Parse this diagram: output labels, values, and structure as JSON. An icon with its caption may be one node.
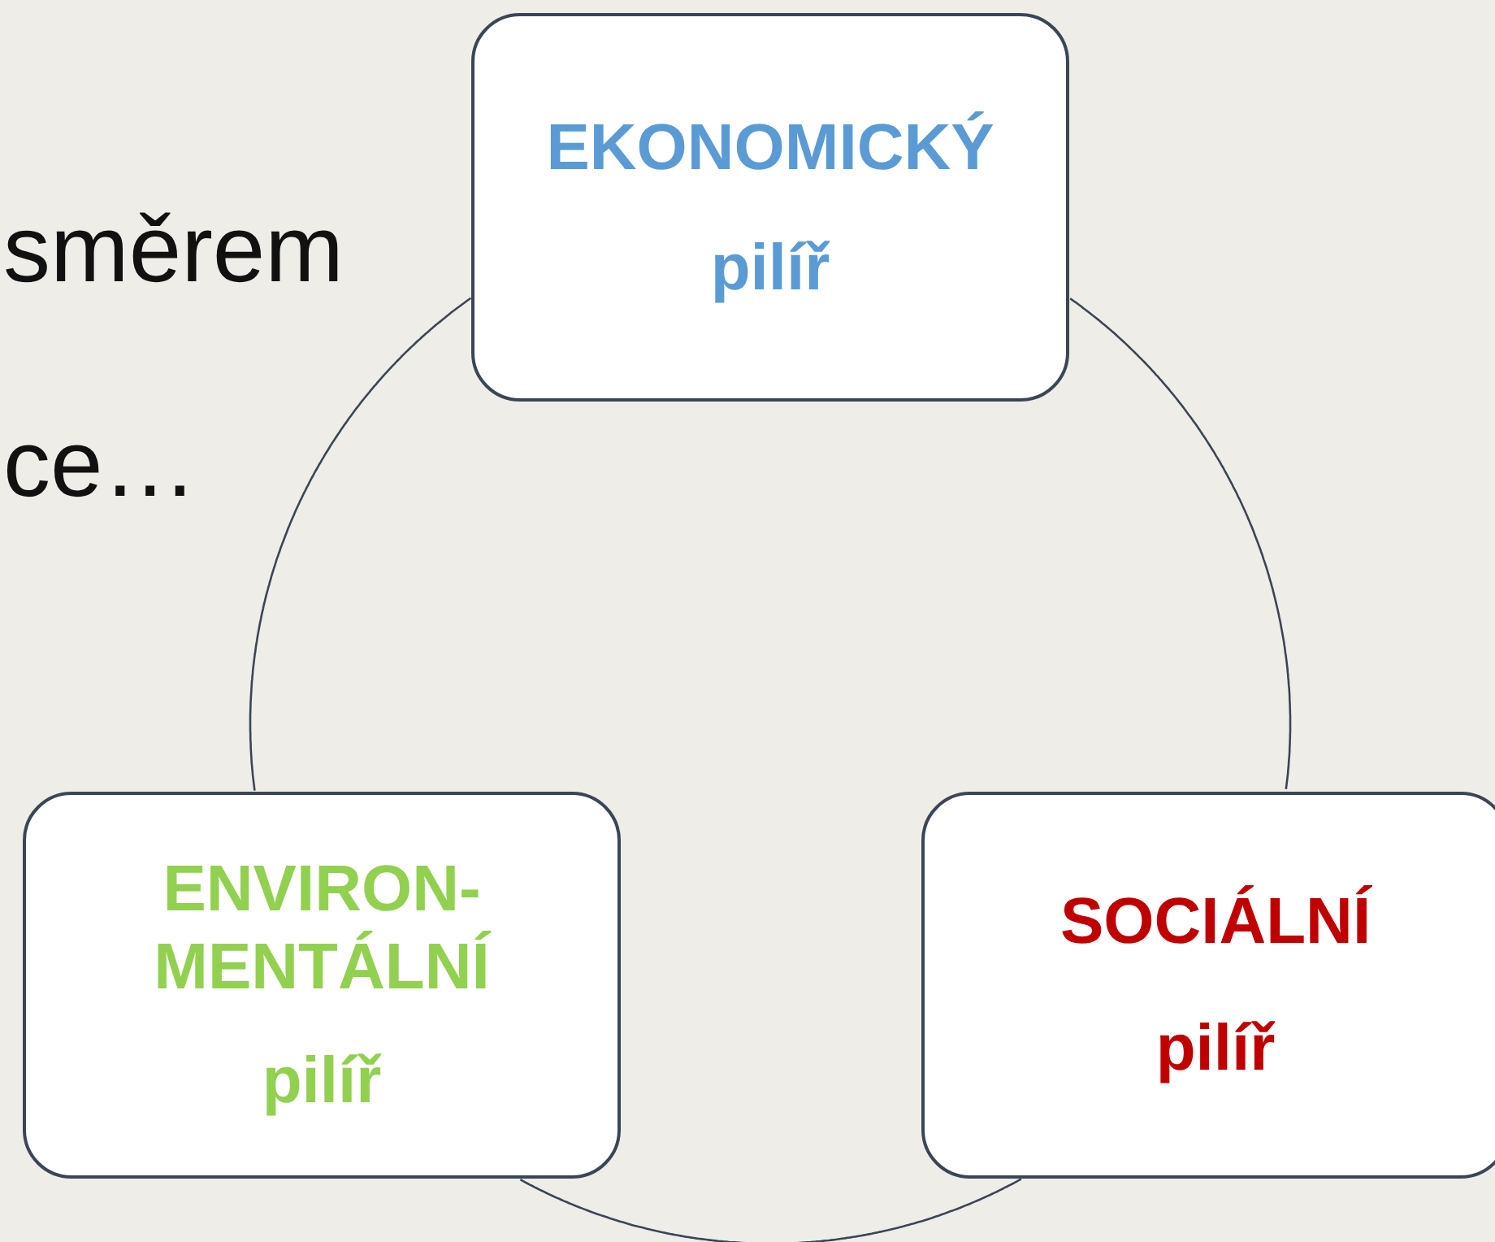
{
  "diagram": {
    "nodes": [
      {
        "text": [
          "EKONOMICKÝ",
          "pilíř"
        ]
      },
      {
        "text": [
          "SOCIÁLNÍ",
          "pilíř"
        ]
      },
      {
        "text": [
          "ENVIRON- MENTÁLNÍ",
          "pilíř"
        ]
      }
    ],
    "edges": [
      {
        "from": 0,
        "to": 1,
        "arrow": "none"
      },
      {
        "from": 1,
        "to": 2,
        "arrow": "none"
      },
      {
        "from": 2,
        "to": 0,
        "arrow": "none"
      }
    ],
    "labels": [
      "směrem",
      "ce…"
    ]
  }
}
